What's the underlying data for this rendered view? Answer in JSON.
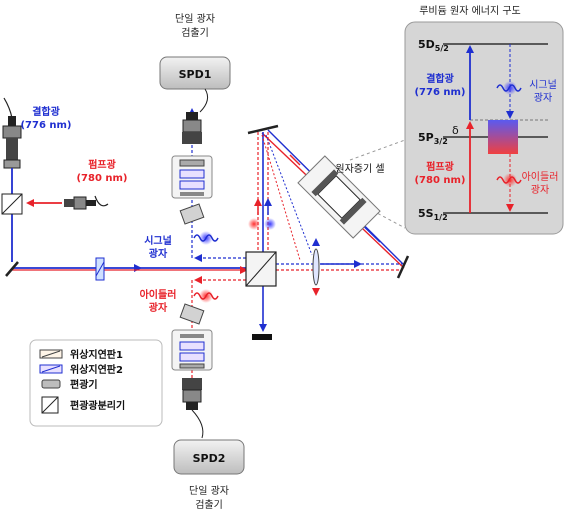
{
  "energy_panel": {
    "title": "루비듐 원자 에너지 구도",
    "level_5d": "5D",
    "level_5d_sub": "5/2",
    "level_5p": "5P",
    "level_5p_sub": "3/2",
    "level_5s": "5S",
    "level_5s_sub": "1/2",
    "delta": "δ",
    "coupling_line1": "결합광",
    "coupling_line2": "(776 nm)",
    "pump_line1": "펌프광",
    "pump_line2": "(780 nm)",
    "signal_line1": "시그널",
    "signal_line2": "광자",
    "idler_line1": "아이들러",
    "idler_line2": "광자"
  },
  "labels": {
    "spd1_caption_line1": "단일 광자",
    "spd1_caption_line2": "검출기",
    "spd1": "SPD1",
    "spd2": "SPD2",
    "spd2_caption_line1": "단일 광자",
    "spd2_caption_line2": "검출기",
    "coupling_line1": "결합광",
    "coupling_line2": "(776 nm)",
    "pump_line1": "펌프광",
    "pump_line2": "(780 nm)",
    "atom_cell": "원자증기 셀",
    "signal_line1": "시그널",
    "signal_line2": "광자",
    "idler_line1": "아이들러",
    "idler_line2": "광자"
  },
  "legend": {
    "items": [
      {
        "label": "위상지연판1",
        "icon": "waveplate-1-icon"
      },
      {
        "label": "위상지연판2",
        "icon": "waveplate-2-icon"
      },
      {
        "label": "편광기",
        "icon": "polarizer-icon"
      },
      {
        "label": "편광광분리기",
        "icon": "polarizing-beam-splitter-icon"
      }
    ]
  },
  "colors": {
    "coupling_blue": "#1f2fd0",
    "pump_red": "#e8222a",
    "panel_bg": "#d6d6d6",
    "dark": "#222222"
  }
}
